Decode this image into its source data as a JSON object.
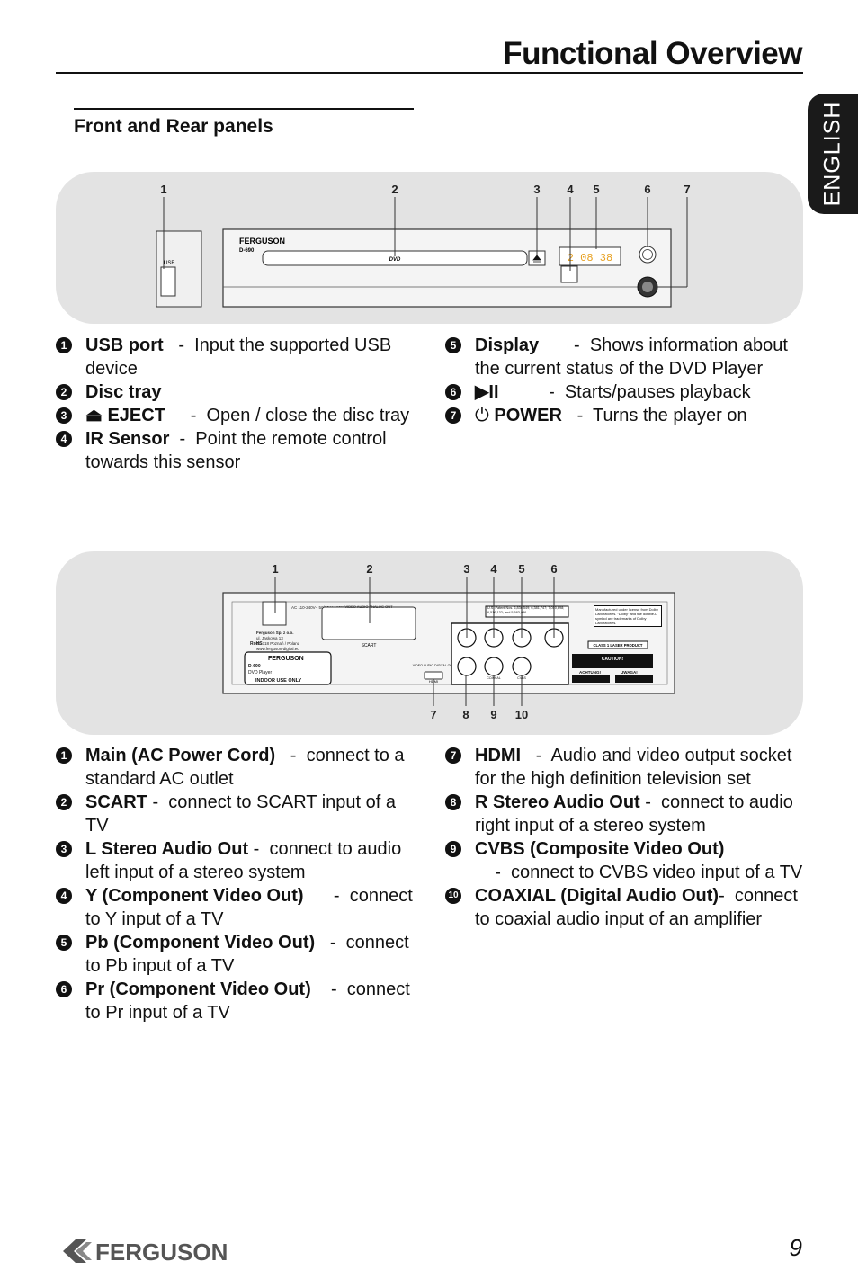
{
  "header": {
    "title": "Functional Overview",
    "language_tab": "ENGLISH"
  },
  "section": {
    "title": "Front and Rear panels"
  },
  "front_panel": {
    "callouts": [
      "1",
      "2",
      "3",
      "4",
      "5",
      "6",
      "7"
    ],
    "brand": "FERGUSON",
    "model": "D-690",
    "usb_label": "USB",
    "tray_label": "DVD",
    "display_text": "2 08 38"
  },
  "front_items": [
    {
      "n": "1",
      "sym": "",
      "term": "USB port",
      "dash": "   -  ",
      "desc": "Input the supported USB device"
    },
    {
      "n": "2",
      "sym": "",
      "term": "Disc tray",
      "dash": "",
      "desc": ""
    },
    {
      "n": "3",
      "sym": "⏏",
      "term": "EJECT",
      "dash": "     -  ",
      "desc": "Open / close the disc tray"
    },
    {
      "n": "4",
      "sym": "",
      "term": "IR Sensor",
      "dash": "  -  ",
      "desc": "Point the remote control towards this sensor"
    },
    {
      "n": "5",
      "sym": "",
      "term": "Display",
      "dash": "       -  ",
      "desc": "Shows information about the current status of the DVD Player"
    },
    {
      "n": "6",
      "sym": "",
      "term": "▶II",
      "dash": "          -  ",
      "desc": "Starts/pauses playback"
    },
    {
      "n": "7",
      "sym": "⏻",
      "term": "POWER",
      "dash": "   -  ",
      "desc": "Turns the player on"
    }
  ],
  "rear_panel": {
    "callouts_top": [
      "1",
      "2",
      "3",
      "4",
      "5",
      "6"
    ],
    "callouts_bottom": [
      "7",
      "8",
      "9",
      "10"
    ],
    "brand": "FERGUSON",
    "model": "D-690",
    "product": "DVD Player",
    "indoor": "INDOOR USE ONLY",
    "scart": "SCART",
    "hdmi": "HDMI",
    "ac_rating": "AC 110-240V~ 50/60 Hz 12W",
    "caution": "CAUTION!",
    "laser": "CLASS 1 LASER PRODUCT",
    "achtung": "ACHTUNG!",
    "uwaga": "UWAGA!",
    "company_name": "Ferguson Sp. z o.o.",
    "company_street": "ul. Jaskowa 13",
    "company_city": "61-318 Poznań / Poland",
    "company_web": "www.ferguson-digital.eu",
    "video_audio_analog_out": "VIDEO AUDIO ANALOG OUT",
    "video_audio_digital_out": "VIDEO AUDIO DIGITAL OUT",
    "coaxial": "COAXIAL",
    "cvbs": "CVBS",
    "patents": "U.S. Patent Nos. 6,836,549; 6,381,747; 7,050,698; 6,516,132; and 5,583,936.",
    "dolby": "Manufactured under license from Dolby Laboratories. “Dolby” and the double-D symbol are trademarks of Dolby Laboratories.",
    "rohs": "RoHS"
  },
  "rear_items_left": [
    {
      "n": "1",
      "term": "Main (AC Power Cord)",
      "dash": "   -  ",
      "desc": "connect to a standard AC outlet"
    },
    {
      "n": "2",
      "term": "SCART",
      "dash": " -  ",
      "desc": "connect to SCART input of a TV"
    },
    {
      "n": "3",
      "term": "L Stereo Audio Out",
      "dash": " -  ",
      "desc": "connect to audio left input of a stereo system"
    },
    {
      "n": "4",
      "term": "Y (Component Video Out)",
      "dash": "      -  ",
      "desc": "connect to Y input of a TV"
    },
    {
      "n": "5",
      "term": "Pb (Component Video Out)",
      "dash": "   -  ",
      "desc": "connect to Pb input of a TV"
    },
    {
      "n": "6",
      "term": "Pr (Component Video Out)",
      "dash": "    -  ",
      "desc": "connect to Pr input of a TV"
    }
  ],
  "rear_items_right": [
    {
      "n": "7",
      "term": "HDMI",
      "dash": "   -  ",
      "desc": "Audio and video output socket for the high definition television set"
    },
    {
      "n": "8",
      "term": "R Stereo Audio Out",
      "dash": " -  ",
      "desc": "connect to audio right input of a stereo system"
    },
    {
      "n": "9",
      "term": "CVBS (Composite Video Out)",
      "dash": "    -  ",
      "desc": "connect to CVBS video input of a TV"
    },
    {
      "n": "10",
      "term": "COAXIAL (Digital Audio Out)",
      "dash": "-  ",
      "desc": "connect to coaxial audio input of an amplifier"
    }
  ],
  "footer": {
    "brand": "FERGUSON",
    "page": "9"
  }
}
